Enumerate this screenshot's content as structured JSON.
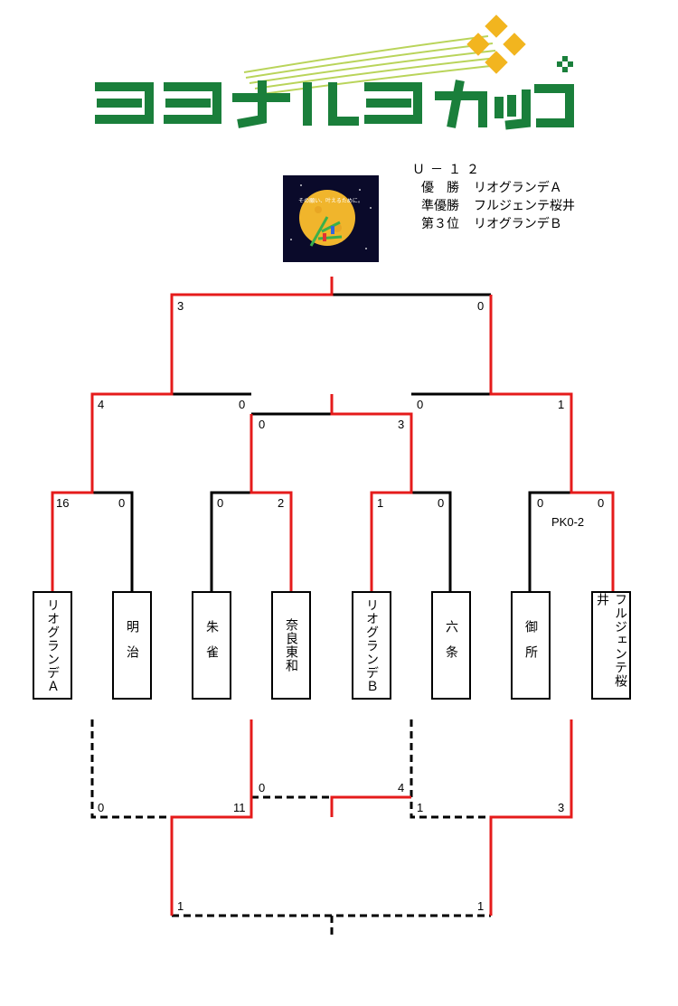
{
  "title": "タナバタカップ",
  "banner": {
    "caption": "その願い、叶えるために。"
  },
  "results": {
    "category": "Ｕ－１２",
    "rows": [
      {
        "label": "優　勝",
        "team": "リオグランデＡ"
      },
      {
        "label": "準優勝",
        "team": "フルジェンテ桜井"
      },
      {
        "label": "第３位",
        "team": "リオグランデＢ"
      }
    ]
  },
  "teams": [
    "リオグランデＡ",
    "明治",
    "朱雀",
    "奈良東和",
    "リオグランデＢ",
    "六条",
    "御所",
    "フルジェンテ桜井"
  ],
  "scores": {
    "r1_m1": [
      "16",
      "0"
    ],
    "r1_m2": [
      "0",
      "2"
    ],
    "r1_m3": [
      "1",
      "0"
    ],
    "r1_m4": [
      "0",
      "0"
    ],
    "r1_m4_pk": "PK0-2",
    "r2_m1": [
      "4",
      "0"
    ],
    "r2_m2": [
      "0",
      "1"
    ],
    "semi_center": [
      "0",
      "3"
    ],
    "final": [
      "3",
      "0"
    ],
    "lower_m1": [
      "0",
      "11"
    ],
    "lower_m2": [
      "1",
      "3"
    ],
    "lower_center": [
      "0",
      "4"
    ],
    "third_place": [
      "1",
      "1"
    ]
  },
  "colors": {
    "winner": "#e51b1b",
    "line": "#000000",
    "logo": "#1a7f3b",
    "star": "#f2b51f"
  }
}
